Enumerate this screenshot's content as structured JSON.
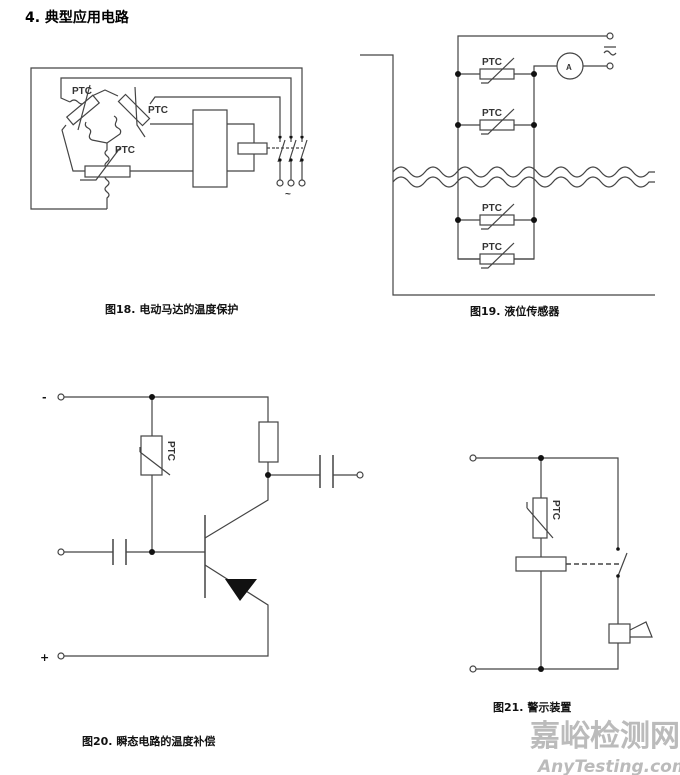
{
  "section_title": "4. 典型应用电路",
  "component_label": "PTC",
  "ammeter_label": "A",
  "ac_symbol": "~",
  "minus_symbol": "-",
  "plus_symbol": "+",
  "figures": [
    {
      "caption": "图18.   电动马达的温度保护"
    },
    {
      "caption": "图19.   液位传感器"
    },
    {
      "caption": "图20. 瞬态电路的温度补偿"
    },
    {
      "caption": "图21.   警示装置"
    }
  ],
  "watermark": {
    "line1": "嘉峪检测网",
    "line2": "AnyTesting.com"
  }
}
